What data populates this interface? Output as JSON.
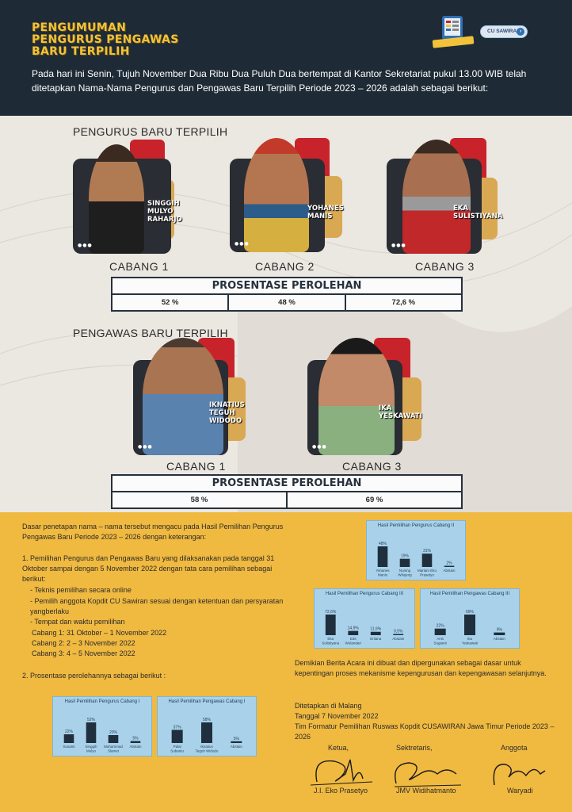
{
  "header": {
    "title_lines": [
      "PENGUMUMAN",
      "PENGURUS PENGAWAS",
      "BARU TERPILIH"
    ],
    "intro": "Pada hari ini Senin, Tujuh November Dua Ribu Dua Puluh Dua bertempat di Kantor Sekretariat pukul 13.00 WIB telah ditetapkan Nama-Nama Pengurus dan Pengawas Baru Terpilih Periode 2023 – 2026 adalah sebagai berikut:",
    "badge_text": "CU SAWIRAN"
  },
  "pengurus": {
    "section_label": "PENGURUS BARU TERPILIH",
    "members": [
      {
        "name_lines": [
          "SINGGIH",
          "MULYO",
          "RAHARJO"
        ],
        "branch": "CABANG 1"
      },
      {
        "name_lines": [
          "YOHANES",
          "MANIS"
        ],
        "branch": "CABANG 2"
      },
      {
        "name_lines": [
          "EKA",
          "SULISTIYANA"
        ],
        "branch": "CABANG 3"
      }
    ],
    "table_title": "PROSENTASE PEROLEHAN",
    "percentages": [
      "52 %",
      "48 %",
      "72,6 %"
    ]
  },
  "pengawas": {
    "section_label": "PENGAWAS BARU TERPILIH",
    "members": [
      {
        "name_lines": [
          "IKNATIUS",
          "TEGUH",
          "WIDODO"
        ],
        "branch": "CABANG 1"
      },
      {
        "name_lines": [
          "IKA",
          "YESKAWATI"
        ],
        "branch": "CABANG 3"
      }
    ],
    "table_title": "PROSENTASE PEROLEHAN",
    "percentages": [
      "58 %",
      "69 %"
    ]
  },
  "body": {
    "para1": "Dasar penetapan nama – nama tersebut mengacu pada Hasil Pemilihan Pengurus Pengawas Baru Periode 2023 – 2026 dengan keterangan:",
    "item1": "1. Pemilihan Pengurus dan Pengawas Baru yang dilaksanakan pada tanggal 31 Oktober sampai dengan 5 November 2022 dengan tata cara pemilihan sebagai berikut:",
    "bullet1": "- Teknis pemilihan secara online",
    "bullet2": "- Pemilih anggota Kopdit CU Sawiran sesuai dengan ketentuan dan persyaratan yangberlaku",
    "bullet3": "- Tempat dan waktu pemilihan",
    "schedule1": "Cabang 1: 31 Oktober – 1 November 2022",
    "schedule2": "Cabang 2: 2 – 3 November 2022",
    "schedule3": "Cabang 3: 4 – 5 November 2022",
    "item2": "2. Prosentase perolehannya sebagai berikut :",
    "closing": "Demikian Berita Acara ini dibuat dan dipergunakan sebagai dasar untuk kepentingan proses mekanisme kepengurusan dan kepengawasan selanjutnya.",
    "place": "Ditetapkan di Malang",
    "date": "Tanggal 7 November 2022",
    "team": "Tim Formatur Pemilihan Ruswas Kopdit CUSAWIRAN Jawa Timur Periode 2023 – 2026"
  },
  "signatures": [
    {
      "role": "Ketua,",
      "name": "J.I. Eko Prasetyo"
    },
    {
      "role": "Sektretaris,",
      "name": "JMV Widihatmanto"
    },
    {
      "role": "Anggota",
      "name": "Waryadi"
    }
  ],
  "chart_data": [
    {
      "type": "bar",
      "title": "Hasil Pemilihan Pengurus Cabang II",
      "categories": [
        "Yohanes Manis",
        "Nuning Wilujeng",
        "Mariam Eko Prasetyo",
        "Abstain"
      ],
      "labels": [
        "48%",
        "19%",
        "31%",
        "2%"
      ],
      "values": [
        48,
        19,
        31,
        2
      ]
    },
    {
      "type": "bar",
      "title": "Hasil Pemilihan Pengurus Cabang III",
      "categories": [
        "Eka Sulistiyana",
        "Eds Wulandari",
        "Erliana",
        "Abstain"
      ],
      "labels": [
        "72,6%",
        "14,9%",
        "11,9%",
        "0,5%"
      ],
      "values": [
        72.6,
        14.9,
        11.9,
        0.5
      ]
    },
    {
      "type": "bar",
      "title": "Hasil Pemilihan Pengawas Cabang III",
      "categories": [
        "Anis Sugianti",
        "Ika Yeskawati",
        "Abstain"
      ],
      "labels": [
        "22%",
        "69%",
        "9%"
      ],
      "values": [
        22,
        69,
        9
      ]
    },
    {
      "type": "bar",
      "title": "Hasil Pemilihan Pengurus Cabang I",
      "categories": [
        "Susanti",
        "Singgih Mulyo Raharjo",
        "Muhammad Slamet",
        "Abstain"
      ],
      "labels": [
        "22%",
        "52%",
        "20%",
        "5%"
      ],
      "values": [
        22,
        52,
        20,
        5
      ]
    },
    {
      "type": "bar",
      "title": "Hasil Pemilihan Pengawas Cabang I",
      "categories": [
        "Palal Subanto",
        "Iknatius Teguh Widodo",
        "Abstain"
      ],
      "labels": [
        "37%",
        "58%",
        "5%"
      ],
      "values": [
        37,
        58,
        5
      ]
    }
  ],
  "colors": {
    "header_bg": "#1e2b36",
    "title_gold": "#f2c23a",
    "accent_red": "#c8232a",
    "accent_gold": "#d9a853",
    "bottom_bg": "#f0b940",
    "chart_bg": "#a9d2ea"
  }
}
